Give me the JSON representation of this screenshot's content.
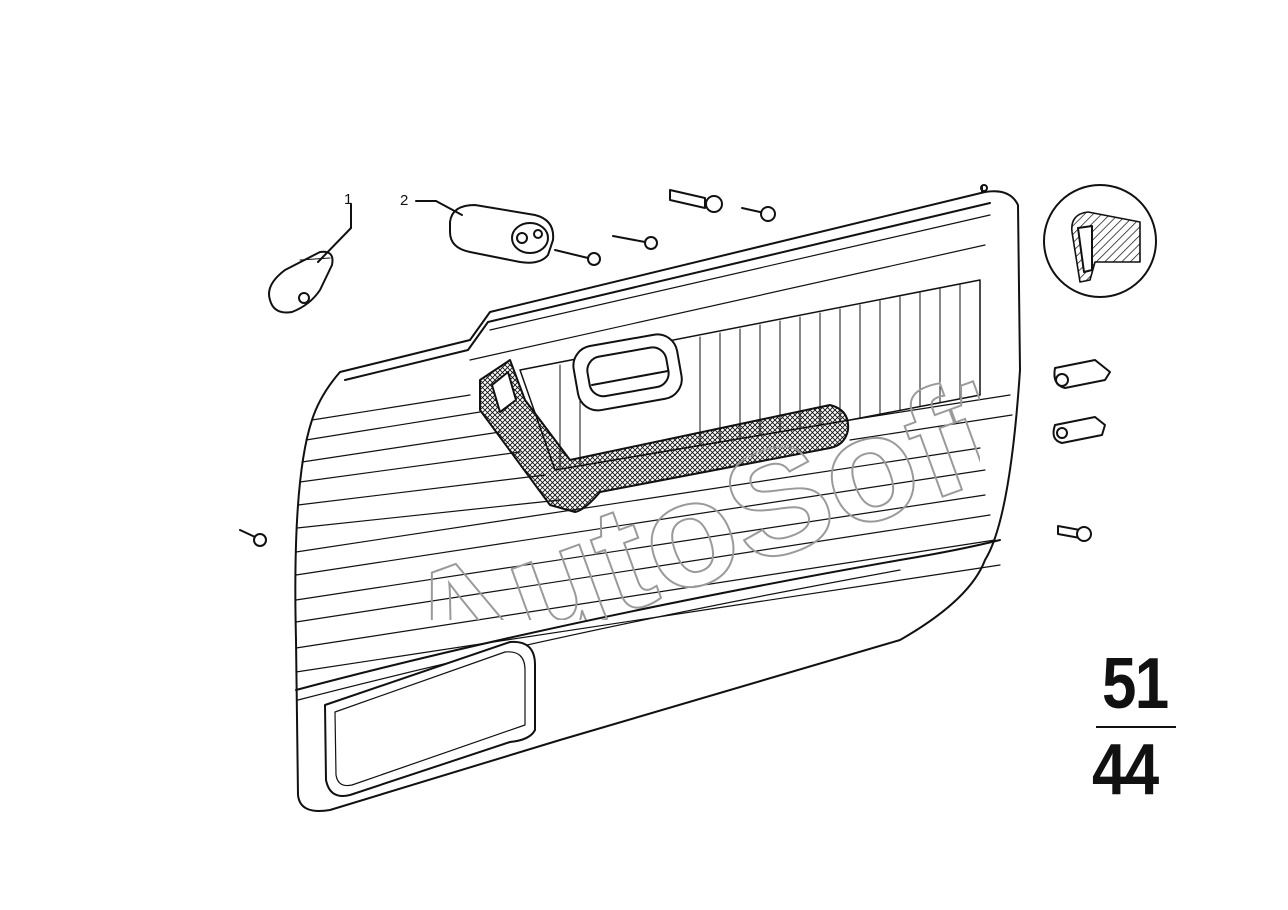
{
  "callouts": {
    "part_1": "1",
    "part_2": "2"
  },
  "group_code": {
    "top": "51",
    "bottom": "44"
  },
  "watermark": {
    "text": "AutoSoft"
  },
  "colors": {
    "line": "#111111",
    "background": "#ffffff",
    "watermark_outline": "#9a9a9a"
  }
}
